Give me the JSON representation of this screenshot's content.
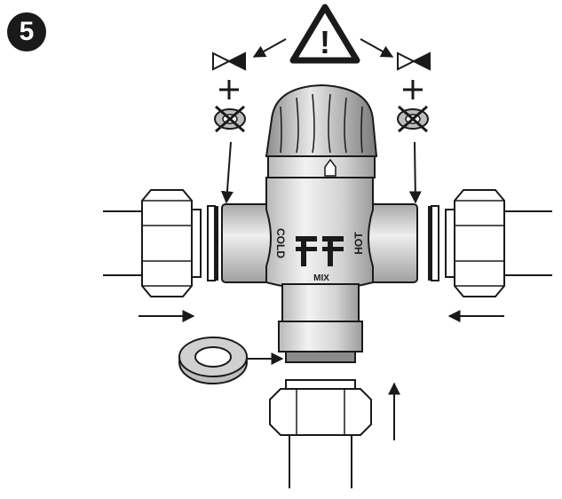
{
  "step": {
    "number": "5"
  },
  "valve": {
    "label_cold": "COLD",
    "label_hot": "HOT",
    "label_mix": "MIX"
  },
  "warning": {
    "symbol": "!"
  },
  "colors": {
    "ink": "#1a1a1a",
    "metal_light": "#e6e6e6",
    "metal_mid": "#c4c4c4",
    "metal_dark": "#8a8a8a",
    "washer": "#bdbdbd"
  },
  "icons": [
    "warning-triangle-icon",
    "gate-valve-icon",
    "plus-icon",
    "no-strainer-icon",
    "arrow-icon"
  ]
}
